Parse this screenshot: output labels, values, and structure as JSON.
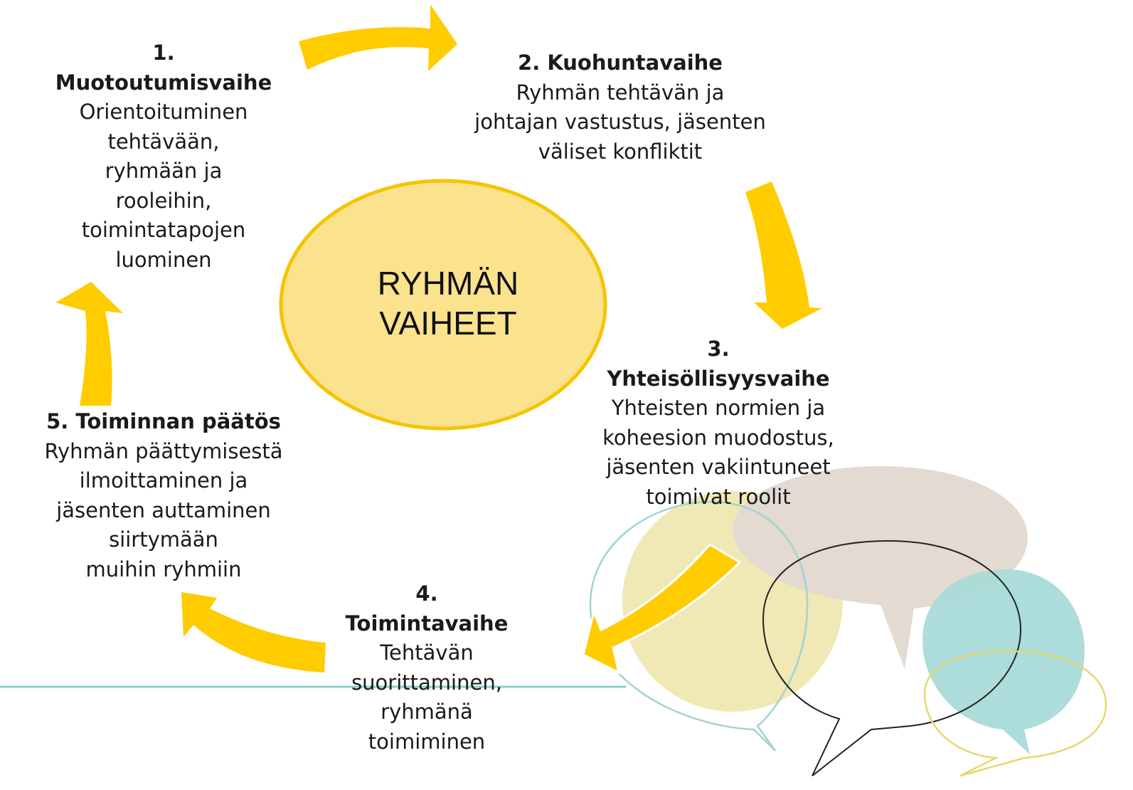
{
  "center": {
    "line1": "RYHMÄN",
    "line2": "VAIHEET"
  },
  "phases": [
    {
      "title": "1.\nMuotoutumisvaihe",
      "description": "Orientoituminen\ntehtävään,\nryhmään ja\nrooleihin,\ntoimintatapojen\nluominen"
    },
    {
      "title": "2. Kuohuntavaihe",
      "description": "Ryhmän tehtävän ja\njohtajan vastustus, jäsenten\nväliset konfliktit"
    },
    {
      "title": "3.\nYhteisöllisyysvaihe",
      "description": "Yhteisten normien ja\nkoheesion muodostus,\njäsenten vakiintuneet\ntoimivat roolit"
    },
    {
      "title": "4.\nToimintavaihe",
      "description": "Tehtävän\nsuorittaminen,\nryhmänä\ntoimiminen"
    },
    {
      "title": "5. Toiminnan päätös",
      "description": "Ryhmän päättymisestä\nilmoittaminen ja\n     jäsenten auttaminen\n siirtymään\nmuihin ryhmiin"
    }
  ],
  "colors": {
    "arrow": "#FFCC00",
    "circle_fill": "#FBE38E",
    "circle_stroke": "#F5C400",
    "bubble_yellow": "#F0E9B5",
    "bubble_beige": "#E3DAD2",
    "bubble_teal": "#A9DBD8",
    "line_teal": "#8ACFCB"
  },
  "icons": [
    "arrow-right-icon",
    "arrow-down-icon",
    "arrow-down-left-icon",
    "arrow-left-icon",
    "arrow-up-icon",
    "speech-bubbles-icon"
  ]
}
